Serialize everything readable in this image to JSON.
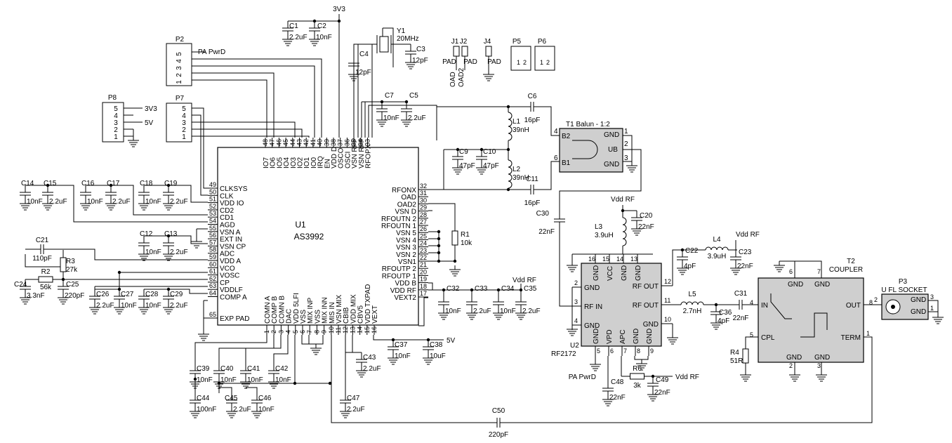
{
  "nets": {
    "v33_top": "3V3",
    "pa_pwrd": "PA PwrD",
    "vdd_rf": "Vdd RF",
    "v5": "5V"
  },
  "u1": {
    "ref": "U1",
    "part": "AS3992",
    "top_pins": [
      {
        "num": "48",
        "name": "IO7"
      },
      {
        "num": "47",
        "name": "IO6"
      },
      {
        "num": "46",
        "name": "IO5"
      },
      {
        "num": "45",
        "name": "IO4"
      },
      {
        "num": "44",
        "name": "IO3"
      },
      {
        "num": "43",
        "name": "IO2"
      },
      {
        "num": "42",
        "name": "IO1"
      },
      {
        "num": "41",
        "name": "IO0"
      },
      {
        "num": "40",
        "name": "IRQ"
      },
      {
        "num": "39",
        "name": "EN"
      },
      {
        "num": "38",
        "name": "VDD D"
      },
      {
        "num": "37",
        "name": "OSCO"
      },
      {
        "num": "36",
        "name": "OSCI"
      },
      {
        "num": "35",
        "name": "VSN RFP"
      },
      {
        "num": "34",
        "name": "VSN RFP"
      },
      {
        "num": "33",
        "name": "RFOPX"
      }
    ],
    "left_pins": [
      {
        "num": "49",
        "name": "CLKSYS"
      },
      {
        "num": "50",
        "name": "CLK"
      },
      {
        "num": "51",
        "name": "VDD IO"
      },
      {
        "num": "52",
        "name": "CD2"
      },
      {
        "num": "53",
        "name": "CD1"
      },
      {
        "num": "54",
        "name": "AGD"
      },
      {
        "num": "55",
        "name": "VSN A"
      },
      {
        "num": "56",
        "name": "EXT IN"
      },
      {
        "num": "57",
        "name": "VSN CP"
      },
      {
        "num": "58",
        "name": "ADC"
      },
      {
        "num": "59",
        "name": "VDD A"
      },
      {
        "num": "60",
        "name": "VCO"
      },
      {
        "num": "61",
        "name": "VOSC"
      },
      {
        "num": "62",
        "name": "CP"
      },
      {
        "num": "63",
        "name": "VDDLF"
      },
      {
        "num": "64",
        "name": "COMP A"
      },
      {
        "num": "65",
        "name": "EXP PAD"
      }
    ],
    "right_pins": [
      {
        "num": "32",
        "name": "RFONX"
      },
      {
        "num": "31",
        "name": "OAD"
      },
      {
        "num": "30",
        "name": "OAD2"
      },
      {
        "num": "29",
        "name": "VSN D"
      },
      {
        "num": "28",
        "name": "RFOUTN 2"
      },
      {
        "num": "27",
        "name": "RFOUTN 1"
      },
      {
        "num": "26",
        "name": "VSN 5"
      },
      {
        "num": "25",
        "name": "VSN 4"
      },
      {
        "num": "24",
        "name": "VSN 3"
      },
      {
        "num": "23",
        "name": "VSN 2"
      },
      {
        "num": "22",
        "name": "VSN1"
      },
      {
        "num": "21",
        "name": "RFOUTP 2"
      },
      {
        "num": "20",
        "name": "RFOUTP 1"
      },
      {
        "num": "19",
        "name": "VDD B"
      },
      {
        "num": "18",
        "name": "VDD RF"
      },
      {
        "num": "17",
        "name": "VEXT2"
      }
    ],
    "bottom_pins": [
      {
        "num": "1",
        "name": "COMN A"
      },
      {
        "num": "2",
        "name": "COMP B"
      },
      {
        "num": "3",
        "name": "COMN B"
      },
      {
        "num": "4",
        "name": "DAC"
      },
      {
        "num": "5",
        "name": "VDD 5LFI"
      },
      {
        "num": "6",
        "name": "VSS"
      },
      {
        "num": "7",
        "name": "MIX INP"
      },
      {
        "num": "8",
        "name": "VSS"
      },
      {
        "num": "9",
        "name": "MIX INN"
      },
      {
        "num": "10",
        "name": "MIS IN"
      },
      {
        "num": "11",
        "name": "VSN MIX"
      },
      {
        "num": "12",
        "name": "CBIB"
      },
      {
        "num": "13",
        "name": "VDD MIX"
      },
      {
        "num": "14",
        "name": "CBV5"
      },
      {
        "num": "15",
        "name": "VDD TXPAD"
      },
      {
        "num": "16",
        "name": "VEXT"
      }
    ]
  },
  "u2": {
    "ref": "U2",
    "part": "RF2172",
    "top_pins": [
      {
        "num": "16",
        "name": "GND"
      },
      {
        "num": "15",
        "name": "VCC"
      },
      {
        "num": "14",
        "name": "GND"
      },
      {
        "num": "13",
        "name": "GND"
      }
    ],
    "left_pins": [
      {
        "num": "2",
        "name": "GND"
      },
      {
        "num": "3",
        "name": "RF IN"
      },
      {
        "num": "4",
        "name": "GND"
      }
    ],
    "right_pins": [
      {
        "num": "12",
        "name": "RF OUT"
      },
      {
        "num": "11",
        "name": "RF OUT"
      },
      {
        "num": "10",
        "name": "GND"
      }
    ],
    "bottom_pins": [
      {
        "num": "5",
        "name": "GND"
      },
      {
        "num": "6",
        "name": "VPD"
      },
      {
        "num": "7",
        "name": "APC"
      },
      {
        "num": "8",
        "name": "GND"
      },
      {
        "num": "9",
        "name": "GND"
      }
    ]
  },
  "t1": {
    "title": "T1 Balun - 1:2",
    "pins": [
      {
        "num": "4",
        "name": "B2"
      },
      {
        "num": "6",
        "name": "B1"
      },
      {
        "num": "1",
        "name": "GND"
      },
      {
        "num": "2",
        "name": "UB"
      },
      {
        "num": "3",
        "name": "GND"
      }
    ]
  },
  "t2": {
    "ref": "T2",
    "title": "COUPLER",
    "pins": [
      {
        "num": "4",
        "name": "IN"
      },
      {
        "num": "8",
        "name": "OUT"
      },
      {
        "num": "5",
        "name": "CPL"
      },
      {
        "num": "1",
        "name": "TERM"
      },
      {
        "num": "6",
        "name": "GND"
      },
      {
        "num": "7",
        "name": "GND"
      },
      {
        "num": "2",
        "name": "GND"
      },
      {
        "num": "3",
        "name": "GND"
      }
    ]
  },
  "p3": {
    "ref": "P3",
    "title": "U FL SOCKET",
    "pins": [
      {
        "num": "2"
      },
      {
        "num": "3",
        "name": "GND"
      },
      {
        "num": "1",
        "name": "GND"
      }
    ]
  },
  "y1": {
    "ref": "Y1",
    "value": "20MHz"
  },
  "headers": {
    "p2": {
      "ref": "P2",
      "pins": [
        "5",
        "4",
        "3",
        "2",
        "1"
      ]
    },
    "p7": {
      "ref": "P7",
      "pins": [
        "5",
        "4",
        "3",
        "2",
        "1"
      ]
    },
    "p8": {
      "ref": "P8",
      "pins": [
        "5",
        "4",
        "3",
        "2",
        "1"
      ],
      "v1": "3V3",
      "v2": "5V"
    },
    "p5": {
      "ref": "P5",
      "pins": [
        "1",
        "2"
      ]
    },
    "p6": {
      "ref": "P6",
      "pins": [
        "1",
        "2"
      ]
    },
    "j1": {
      "ref": "J1",
      "pad": "PAD",
      "net": "OAD"
    },
    "j2": {
      "ref": "J2",
      "pad": "PAD",
      "net": "OAD2"
    },
    "j4": {
      "ref": "J4",
      "pad": "PAD"
    }
  },
  "components": [
    {
      "ref": "C1",
      "value": "2.2uF"
    },
    {
      "ref": "C2",
      "value": "10nF"
    },
    {
      "ref": "C3",
      "value": "12pF"
    },
    {
      "ref": "C4",
      "value": "12pF"
    },
    {
      "ref": "C5",
      "value": "2.2uF"
    },
    {
      "ref": "C6",
      "value": "16pF"
    },
    {
      "ref": "C7",
      "value": "10nF"
    },
    {
      "ref": "C9",
      "value": "47pF"
    },
    {
      "ref": "C10",
      "value": "47pF"
    },
    {
      "ref": "C11",
      "value": "16pF"
    },
    {
      "ref": "C12",
      "value": "10nF"
    },
    {
      "ref": "C13",
      "value": "2.2uF"
    },
    {
      "ref": "C14",
      "value": "10nF"
    },
    {
      "ref": "C15",
      "value": "2.2uF"
    },
    {
      "ref": "C16",
      "value": "10nF"
    },
    {
      "ref": "C17",
      "value": "2.2uF"
    },
    {
      "ref": "C18",
      "value": "10nF"
    },
    {
      "ref": "C19",
      "value": "2.2uF"
    },
    {
      "ref": "C20",
      "value": "22nF"
    },
    {
      "ref": "C21",
      "value": "110pF"
    },
    {
      "ref": "C22",
      "value": "4pF"
    },
    {
      "ref": "C23",
      "value": "22nF"
    },
    {
      "ref": "C24",
      "value": "3.3nF"
    },
    {
      "ref": "C25",
      "value": "220pF"
    },
    {
      "ref": "C26",
      "value": "2.2uF"
    },
    {
      "ref": "C27",
      "value": "10nF"
    },
    {
      "ref": "C28",
      "value": "10nF"
    },
    {
      "ref": "C29",
      "value": "2.2uF"
    },
    {
      "ref": "C30",
      "value": "22nF"
    },
    {
      "ref": "C31",
      "value": "22nF"
    },
    {
      "ref": "C32",
      "value": "10nF"
    },
    {
      "ref": "C33",
      "value": "2.2uF"
    },
    {
      "ref": "C34",
      "value": "10nF"
    },
    {
      "ref": "C35",
      "value": "2.2uF"
    },
    {
      "ref": "C36",
      "value": "4pF"
    },
    {
      "ref": "C37",
      "value": "10nF"
    },
    {
      "ref": "C38",
      "value": "10uF"
    },
    {
      "ref": "C39",
      "value": "10nF"
    },
    {
      "ref": "C40",
      "value": "10nF"
    },
    {
      "ref": "C41",
      "value": "10nF"
    },
    {
      "ref": "C42",
      "value": "10nF"
    },
    {
      "ref": "C43",
      "value": "2.2uF"
    },
    {
      "ref": "C44",
      "value": "100nF"
    },
    {
      "ref": "C45",
      "value": "2.2uF"
    },
    {
      "ref": "C46",
      "value": "10nF"
    },
    {
      "ref": "C47",
      "value": "2.2uF"
    },
    {
      "ref": "C48",
      "value": "22nF"
    },
    {
      "ref": "C49",
      "value": "22nF"
    },
    {
      "ref": "C50",
      "value": "220pF"
    },
    {
      "ref": "L1",
      "value": "39nH"
    },
    {
      "ref": "L2",
      "value": "39nH"
    },
    {
      "ref": "L3",
      "value": "3.9uH"
    },
    {
      "ref": "L4",
      "value": "3.9uH"
    },
    {
      "ref": "L5",
      "value": "2.7nH"
    },
    {
      "ref": "R1",
      "value": "10k"
    },
    {
      "ref": "R2",
      "value": "56k"
    },
    {
      "ref": "R3",
      "value": "27k"
    },
    {
      "ref": "R4",
      "value": "51R"
    },
    {
      "ref": "R6",
      "value": "3k"
    }
  ]
}
